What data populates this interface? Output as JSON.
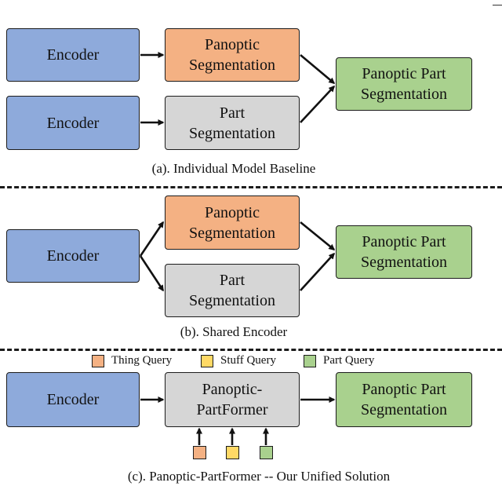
{
  "colors": {
    "encoder": "#8eaadb",
    "panoptic": "#f4b183",
    "part": "#d6d6d6",
    "output": "#a9d18e",
    "thing_query": "#f4b183",
    "stuff_query": "#ffd966",
    "part_query": "#a9d18e"
  },
  "section_a": {
    "encoder_top": "Encoder",
    "encoder_bottom": "Encoder",
    "panoptic_seg": "Panoptic\nSegmentation",
    "part_seg": "Part\nSegmentation",
    "output": "Panoptic Part\nSegmentation",
    "caption": "(a). Individual Model Baseline"
  },
  "section_b": {
    "encoder": "Encoder",
    "panoptic_seg": "Panoptic\nSegmentation",
    "part_seg": "Part\nSegmentation",
    "output": "Panoptic Part\nSegmentation",
    "caption": "(b). Shared Encoder"
  },
  "section_c": {
    "legend": {
      "thing_query": "Thing Query",
      "stuff_query": "Stuff Query",
      "part_query": "Part Query"
    },
    "encoder": "Encoder",
    "partformer": "Panoptic-\nPartFormer",
    "output": "Panoptic Part\nSegmentation",
    "caption": "(c). Panoptic-PartFormer -- Our Unified Solution"
  }
}
